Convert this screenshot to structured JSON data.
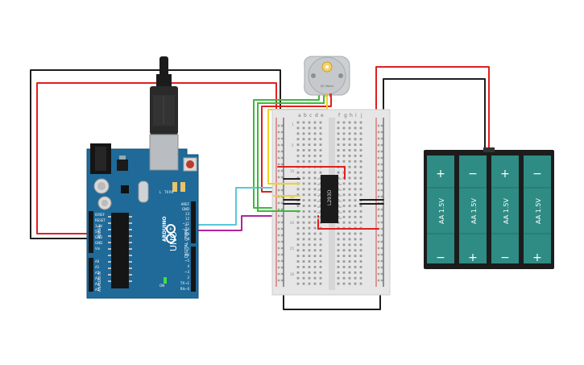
{
  "arduino": {
    "model": "UNO",
    "brand": "ARDUINO",
    "header_digital_top": [
      "AREF",
      "GND",
      "13",
      "12",
      "~11",
      "~10",
      "~9",
      "8"
    ],
    "header_digital_bottom": [
      "7",
      "~6",
      "~5",
      "4",
      "~3",
      "2",
      "TX→1",
      "RX←0"
    ],
    "digital_label": "DIGITAL (PWM~)",
    "power_pins": [
      "IOREF",
      "RESET",
      "3.3V",
      "5V",
      "GND",
      "GND",
      "Vin"
    ],
    "power_label": "POWER",
    "analog_pins": [
      "A0",
      "A1",
      "A2",
      "A3",
      "A4",
      "A5"
    ],
    "analog_label": "ANALOG IN",
    "led_labels": [
      "L",
      "TX",
      "RX"
    ],
    "on_label": "ON"
  },
  "breadboard": {
    "columns_left": [
      "a",
      "b",
      "c",
      "d",
      "e"
    ],
    "columns_right": [
      "f",
      "g",
      "h",
      "i",
      "j"
    ],
    "row_numbers": [
      "1",
      "5",
      "10",
      "15",
      "20",
      "25",
      "30"
    ]
  },
  "chip": {
    "label": "L293D"
  },
  "motor": {
    "label": "DC Motor"
  },
  "battery": {
    "cell_label": "AA 1.5V",
    "plus": "+",
    "minus": "−"
  },
  "colors": {
    "arduino_blue": "#1f6a99",
    "wire_red": "#e02020",
    "wire_black": "#1e1e1e",
    "wire_yellow": "#f2d31b",
    "wire_green": "#3fb83f",
    "wire_cyan": "#5ac8d8",
    "wire_magenta": "#b3249b",
    "battery_teal": "#2e8c84"
  }
}
